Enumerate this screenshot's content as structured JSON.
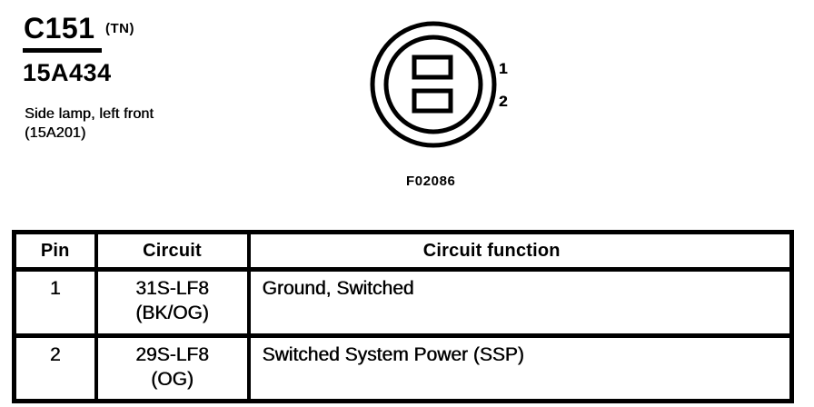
{
  "header": {
    "connector_id": "C151",
    "connector_color_code": "(TN)",
    "part_number": "15A434",
    "description": "Side lamp, left front",
    "description_part_ref": "(15A201)"
  },
  "figure": {
    "caption": "F02086",
    "pin_labels": [
      "1",
      "2"
    ],
    "shape": "round-2-cavity-connector-face"
  },
  "table": {
    "headers": [
      "Pin",
      "Circuit",
      "Circuit function"
    ],
    "rows": [
      {
        "pin": "1",
        "circuit": "31S-LF8",
        "circuit_color": "(BK/OG)",
        "function": "Ground, Switched"
      },
      {
        "pin": "2",
        "circuit": "29S-LF8",
        "circuit_color": "(OG)",
        "function": "Switched System Power (SSP)"
      }
    ]
  },
  "colors": {
    "ink": "#000000",
    "paper": "#ffffff"
  }
}
